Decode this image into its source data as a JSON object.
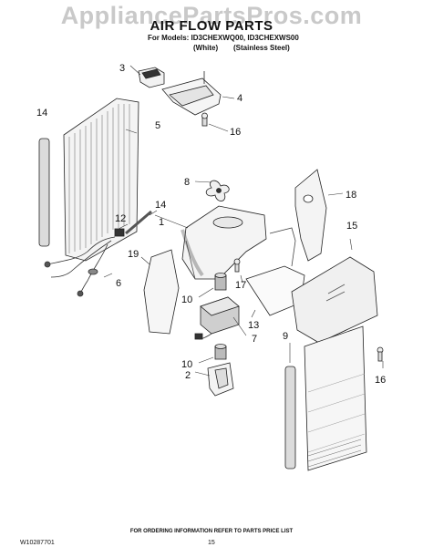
{
  "watermark": "AppliancePartsPros.com",
  "title": "AIR FLOW PARTS",
  "models_line": "For Models: ID3CHEXWQ00, ID3CHEXWS00",
  "variants": [
    "(White)",
    "(Stainless Steel)"
  ],
  "callouts": [
    "1",
    "2",
    "3",
    "4",
    "5",
    "6",
    "7",
    "8",
    "9",
    "10",
    "10",
    "12",
    "13",
    "14",
    "14",
    "15",
    "16",
    "17",
    "17",
    "18",
    "19"
  ],
  "footer_note": "FOR ORDERING INFORMATION REFER TO PARTS PRICE LIST",
  "doc_id": "W10287701",
  "page_number": "15"
}
